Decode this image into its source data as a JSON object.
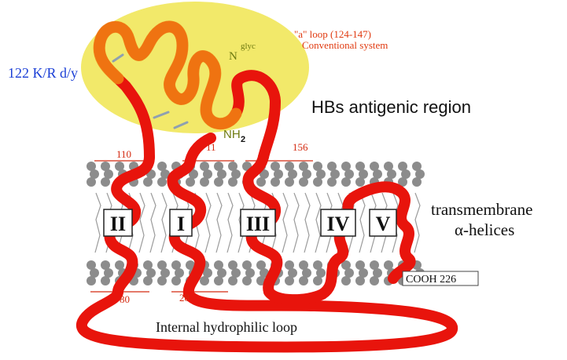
{
  "diagram": {
    "colors": {
      "protein": "#e8140c",
      "antigenic_region": "#f2e96a",
      "loop_overlay": "#f07d12",
      "membrane_blobs": "#8c8c8c",
      "variant_label": "#1a3ed6",
      "loop_label": "#e03a10",
      "residue_numbers": "#d42a10",
      "nh2_label": "#6e7a10",
      "text_dark": "#111111"
    },
    "labels": {
      "variant": "122 K/R d/y",
      "a_loop_line1": "\"a\" loop (124-147)",
      "a_loop_line2": "Conventional system",
      "glyc_n": "N",
      "glyc_sup": "glyc",
      "nh2_main": "NH",
      "nh2_sub": "2",
      "antigenic_region": "HBs antigenic region",
      "transmembrane_line1": "transmembrane",
      "transmembrane_line2": "α-helices",
      "cooh": "COOH 226",
      "internal_loop": "Internal hydrophilic loop"
    },
    "helices": [
      {
        "name": "helix-II",
        "roman": "II"
      },
      {
        "name": "helix-I",
        "roman": "I"
      },
      {
        "name": "helix-III",
        "roman": "III"
      },
      {
        "name": "helix-IV",
        "roman": "IV"
      },
      {
        "name": "helix-V",
        "roman": "V"
      }
    ],
    "residues": {
      "r110": "110",
      "r11": "11",
      "r156": "156",
      "r80": "80",
      "r28": "28"
    },
    "icons": {
      "disulfide": "disulfide-bond-icon",
      "lipid": "lipid-head-icon"
    }
  }
}
